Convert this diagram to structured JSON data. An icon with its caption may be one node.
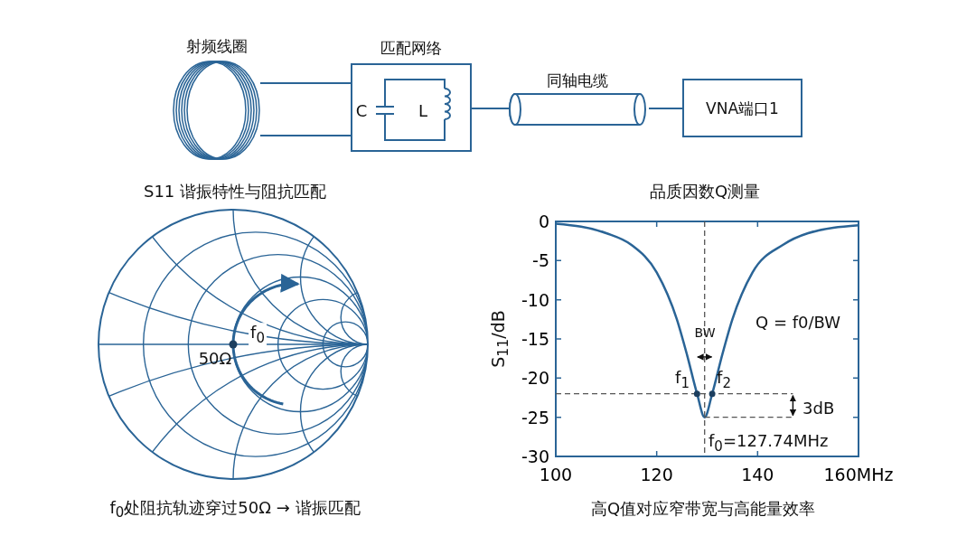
{
  "diagram": {
    "nodes": [
      {
        "text": [
          "射频线圈"
        ]
      },
      {
        "text": [
          "匹配网络"
        ]
      },
      {
        "text": [
          "同轴电缆"
        ]
      },
      {
        "text": [
          "VNA端口1"
        ]
      }
    ],
    "edges": [
      {
        "from": 0,
        "to": 1,
        "arrow": "none"
      },
      {
        "from": 0,
        "to": 1,
        "arrow": "none"
      },
      {
        "from": 1,
        "to": 2,
        "arrow": "none"
      },
      {
        "from": 2,
        "to": 3,
        "arrow": "none"
      }
    ],
    "labels": [
      "C",
      "L",
      "S11 谐振特性与阻抗匹配",
      "f$_{0}$",
      "50Ω",
      "f$_{0}$处阻抗轨迹穿过50Ω → 谐振匹配",
      "高Q值对应窄带宽与高能量效率"
    ],
    "chart_data": {
      "type": "line",
      "title": "品质因数Q测量",
      "ylabel": "S$_{11}$/dB",
      "x": [
        100,
        110,
        115,
        120,
        124,
        126,
        128,
        129.5,
        131,
        133,
        135,
        139,
        145,
        150,
        160
      ],
      "series": [
        {
          "color": "#2a6496",
          "values": [
            -0.3,
            -1.5,
            -3,
            -6.5,
            -12.5,
            -17,
            -22,
            -25,
            -22,
            -17,
            -12.5,
            -6.5,
            -3,
            -1.5,
            -0.5
          ]
        }
      ],
      "xlim": [
        100,
        160
      ],
      "ylim": [
        -30,
        0
      ],
      "ref_lines": [
        {
          "axis": "x",
          "value": 129.5
        }
      ],
      "xticks": [
        100,
        120,
        140,
        {
          "value": 160,
          "label": "160MHz"
        }
      ],
      "yticks": [
        0,
        -5,
        -10,
        -15,
        -20,
        -25,
        -30
      ],
      "annotations": [
        "BW",
        "Q = f0/BW",
        "f$_{1}$",
        "f$_{2}$",
        "3dB",
        "f$_{0}$=127.74MHz"
      ]
    }
  }
}
